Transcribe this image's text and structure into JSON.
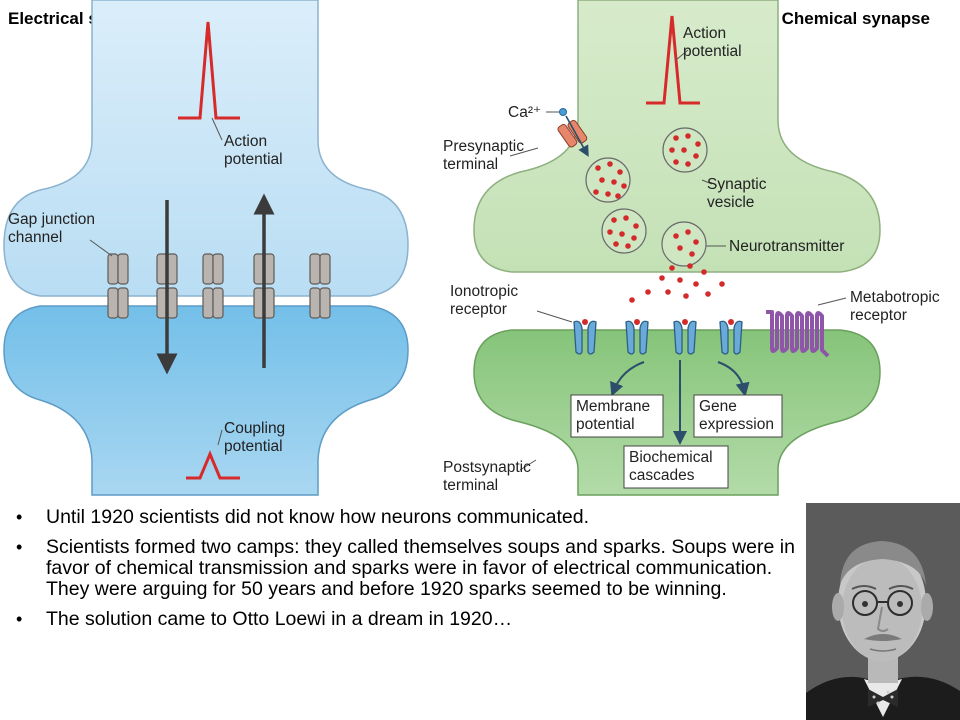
{
  "headers": {
    "left": "Electrical synapse",
    "right": "Chemical synapse"
  },
  "electrical": {
    "action_potential": [
      "Action",
      "potential"
    ],
    "gap_junction": [
      "Gap junction",
      "channel"
    ],
    "coupling_potential": [
      "Coupling",
      "potential"
    ]
  },
  "chemical": {
    "action_potential": [
      "Action",
      "potential"
    ],
    "calcium": "Ca²⁺",
    "presynaptic": [
      "Presynaptic",
      "terminal"
    ],
    "synaptic_vesicle": [
      "Synaptic",
      "vesicle"
    ],
    "neurotransmitter": "Neurotransmitter",
    "ionotropic": [
      "Ionotropic",
      "receptor"
    ],
    "metabotropic": [
      "Metabotropic",
      "receptor"
    ],
    "membrane_potential": [
      "Membrane",
      "potential"
    ],
    "gene_expression": [
      "Gene",
      "expression"
    ],
    "biochemical": [
      "Biochemical",
      "cascades"
    ],
    "postsynaptic": [
      "Postsynaptic",
      "terminal"
    ]
  },
  "colors": {
    "elec_pre": "#d3e8f6",
    "elec_post": "#7ec4ea",
    "chem_pre": "#cfe6c3",
    "chem_post": "#8fc882",
    "spike": "#d72b2b",
    "ion_receptor": "#6aaad8",
    "metabotropic": "#8e55a9"
  },
  "bullets": [
    "Until 1920 scientists did not know how neurons communicated.",
    "Scientists formed two camps: they called themselves soups and sparks. Soups were in favor of chemical transmission and sparks were in favor of electrical communication. They were arguing for 50 years and before 1920 sparks seemed to be winning.",
    "The solution came to Otto Loewi in a dream in 1920…"
  ]
}
